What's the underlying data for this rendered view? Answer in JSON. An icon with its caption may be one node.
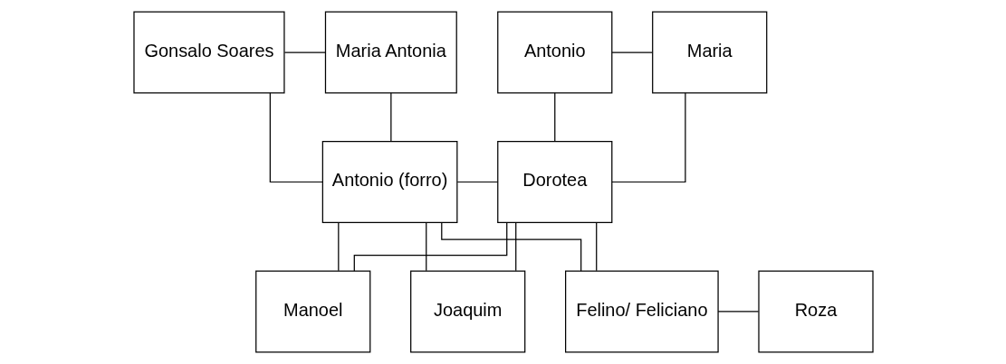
{
  "diagram": {
    "nodes": [
      {
        "text": [
          "Gonsalo Soares"
        ]
      },
      {
        "text": [
          "Maria Antonia"
        ]
      },
      {
        "text": [
          "Antonio"
        ]
      },
      {
        "text": [
          "Maria"
        ]
      },
      {
        "text": [
          "Antonio (forro)"
        ]
      },
      {
        "text": [
          "Dorotea"
        ]
      },
      {
        "text": [
          "Manoel"
        ]
      },
      {
        "text": [
          "Joaquim"
        ]
      },
      {
        "text": [
          "Felino/ Feliciano"
        ]
      },
      {
        "text": [
          "Roza"
        ]
      }
    ],
    "edges": [
      {
        "from": 0,
        "to": 1,
        "arrow": "none"
      },
      {
        "from": 0,
        "to": 4,
        "arrow": "none"
      },
      {
        "from": 1,
        "to": 4,
        "arrow": "none"
      },
      {
        "from": 2,
        "to": 3,
        "arrow": "none"
      },
      {
        "from": 2,
        "to": 5,
        "arrow": "none"
      },
      {
        "from": 3,
        "to": 5,
        "arrow": "none"
      },
      {
        "from": 4,
        "to": 5,
        "arrow": "none"
      },
      {
        "from": 4,
        "to": 6,
        "arrow": "none"
      },
      {
        "from": 5,
        "to": 6,
        "arrow": "none"
      },
      {
        "from": 4,
        "to": 7,
        "arrow": "none"
      },
      {
        "from": 5,
        "to": 7,
        "arrow": "none"
      },
      {
        "from": 4,
        "to": 8,
        "arrow": "none"
      },
      {
        "from": 5,
        "to": 8,
        "arrow": "none"
      },
      {
        "from": 8,
        "to": 9,
        "arrow": "none"
      }
    ]
  }
}
